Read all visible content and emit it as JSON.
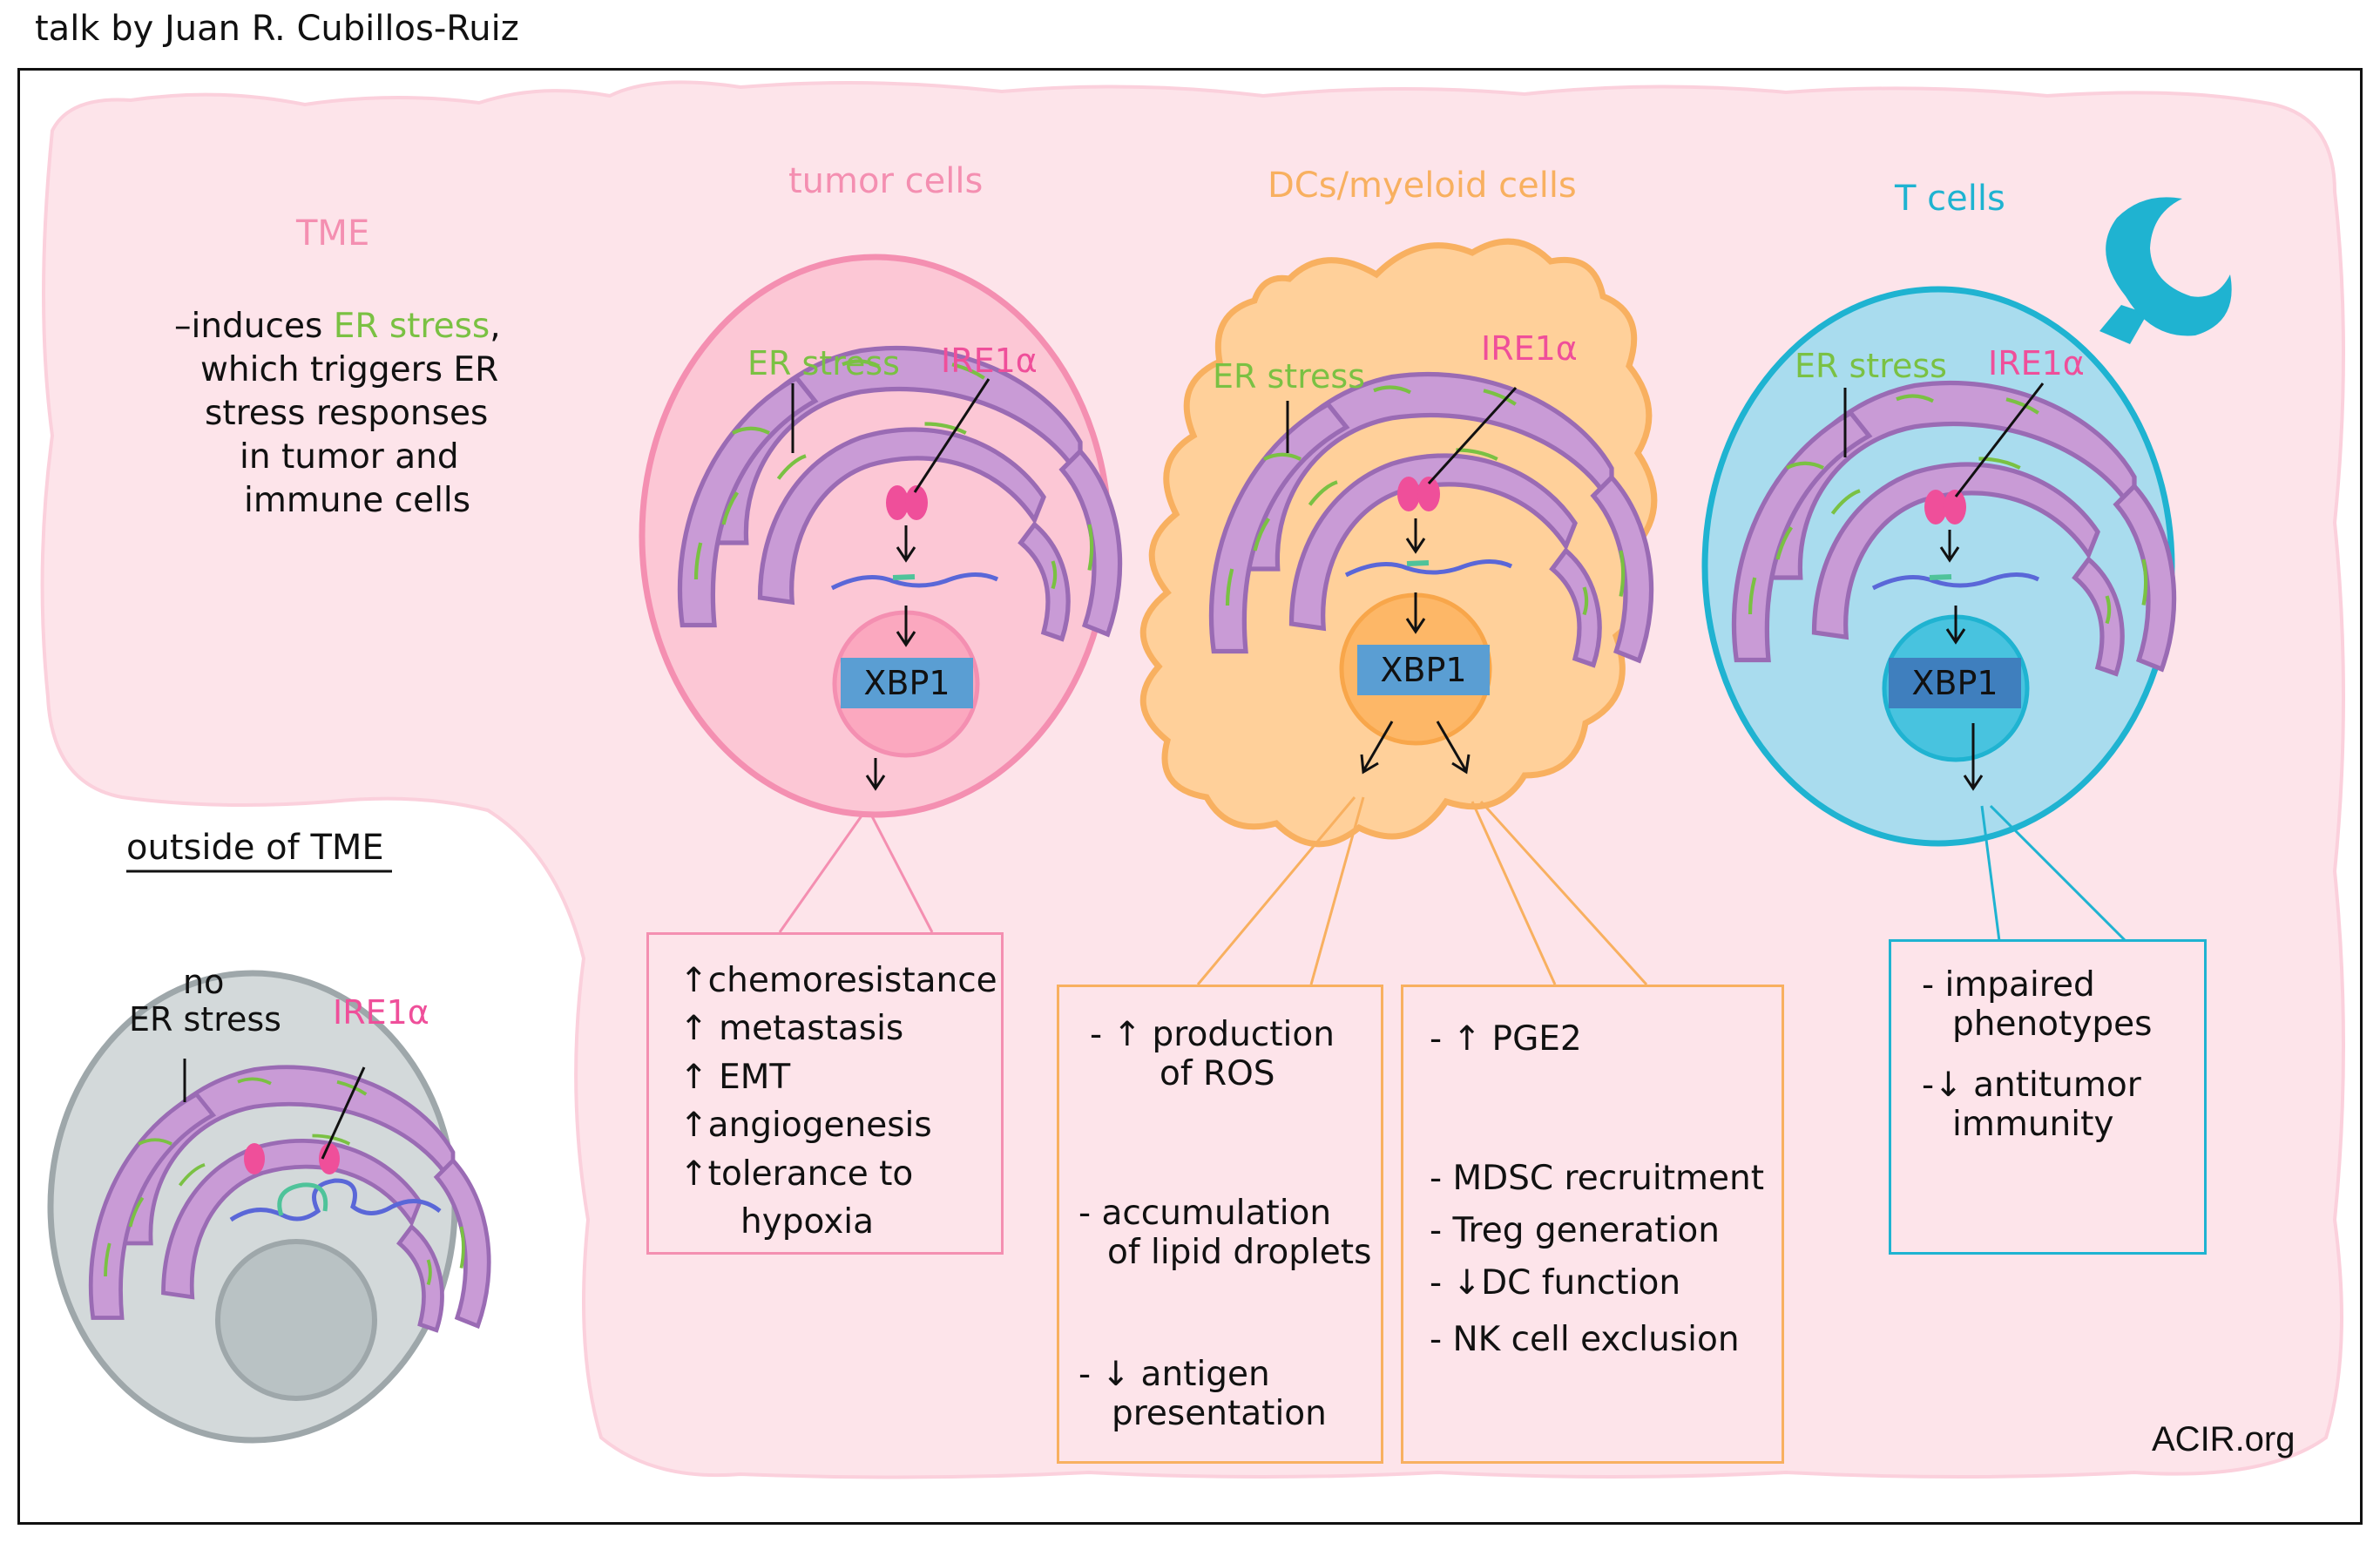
{
  "header": {
    "credit": "talk by Juan R. Cubillos-Ruiz"
  },
  "tme": {
    "title": "TME",
    "line1_prefix": "–induces ",
    "line1_highlight": "ER stress",
    "line1_suffix": ",",
    "line2": "which triggers ER",
    "line3": "stress responses",
    "line4": "in tumor and",
    "line5": "immune cells"
  },
  "outside": {
    "title": "outside of TME",
    "no": "no",
    "er_stress": "ER stress",
    "ire1a": "IRE1α"
  },
  "tumor": {
    "title": "tumor cells",
    "er_stress": "ER stress",
    "ire1a": "IRE1α",
    "xbp1": "XBP1",
    "effects": [
      "↑chemoresistance",
      "↑ metastasis",
      "↑ EMT",
      "↑angiogenesis",
      "↑tolerance to",
      "hypoxia"
    ]
  },
  "dc": {
    "title": "DCs/myeloid cells",
    "er_stress": "ER stress",
    "ire1a": "IRE1α",
    "xbp1": "XBP1",
    "left_box": [
      "- ↑ production",
      "of ROS",
      "- accumulation",
      "of lipid droplets",
      "- ↓ antigen",
      "presentation"
    ],
    "right_box": [
      "- ↑ PGE2",
      "- MDSC recruitment",
      "- Treg generation",
      "- ↓DC function",
      "- NK cell  exclusion"
    ]
  },
  "tcell": {
    "title": "T cells",
    "er_stress": "ER stress",
    "ire1a": "IRE1α",
    "xbp1": "XBP1",
    "effects": [
      "- impaired",
      "phenotypes",
      "-↓ antitumor",
      "immunity"
    ]
  },
  "footer": {
    "source": "ACIR.org"
  },
  "colors": {
    "tme_bg": "#fde4ea",
    "tumor": "#f48fb1",
    "dc": "#f8b060",
    "tcell": "#1fb3d1",
    "er_green": "#7ac143",
    "ire_pink": "#ef4f9a",
    "er_purple": "#c99bd6",
    "xbp_blue": "#5a9ed3",
    "gray_cell": "#d3d9da"
  },
  "icons": [
    "er-organelle-icon",
    "ire1a-dimer-icon",
    "xbp1-mrna-icon",
    "tcr-receptor-icon"
  ]
}
